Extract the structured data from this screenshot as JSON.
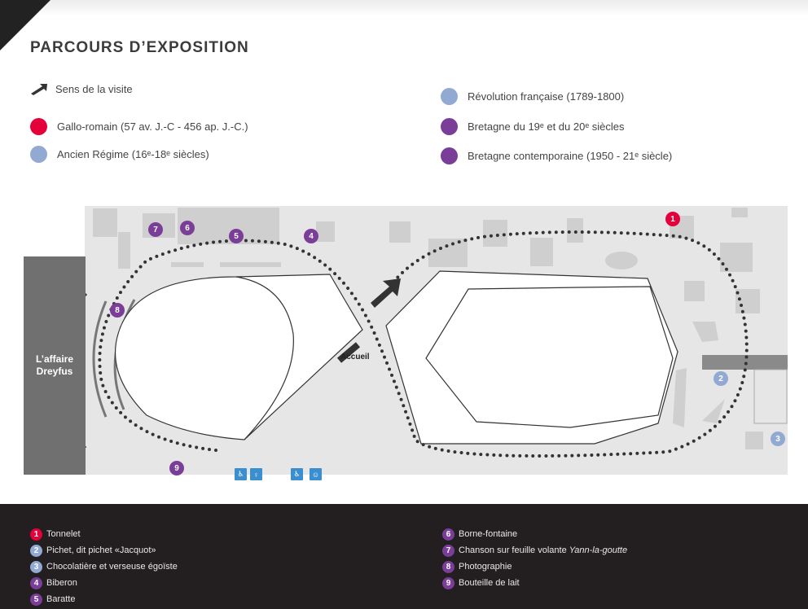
{
  "title": "PARCOURS D’EXPOSITION",
  "legend": {
    "direction_label": "Sens de la visite",
    "periods": [
      {
        "label": "Gallo-romain (57 av. J.-C - 456 ap. J.-C.)",
        "color": "#e4003a"
      },
      {
        "label": "Ancien Régime (16ᵉ-18ᵉ siècles)",
        "color": "#92a9d2"
      },
      {
        "label": "Révolution française (1789-1800)",
        "color": "#92a9d2"
      },
      {
        "label": "Bretagne du 19ᵉ et du 20ᵉ siècles",
        "color": "#7a3e98"
      },
      {
        "label": "Bretagne contemporaine (1950 - 21ᵉ siècle)",
        "color": "#7a3e98"
      }
    ]
  },
  "map": {
    "room_label_line1": "L’affaire",
    "room_label_line2": "Dreyfus",
    "accueil": "Accueil",
    "markers": [
      {
        "num": "1",
        "color": "#e4003a"
      },
      {
        "num": "2",
        "color": "#92a9d2"
      },
      {
        "num": "3",
        "color": "#92a9d2"
      },
      {
        "num": "4",
        "color": "#7a3e98"
      },
      {
        "num": "5",
        "color": "#7a3e98"
      },
      {
        "num": "6",
        "color": "#7a3e98"
      },
      {
        "num": "7",
        "color": "#7a3e98"
      },
      {
        "num": "8",
        "color": "#7a3e98"
      },
      {
        "num": "9",
        "color": "#7a3e98"
      }
    ],
    "icons": [
      "toilets-icon",
      "toilets-icon",
      "accessible-toilet-icon",
      "baby-changing-icon"
    ]
  },
  "objects": [
    {
      "num": "1",
      "label": "Tonnelet",
      "color": "#e4003a"
    },
    {
      "num": "2",
      "label": "Pichet, dit pichet «Jacquot»",
      "color": "#92a9d2"
    },
    {
      "num": "3",
      "label": "Chocolatière et verseuse égoïste",
      "color": "#92a9d2"
    },
    {
      "num": "4",
      "label": "Biberon",
      "color": "#7a3e98"
    },
    {
      "num": "5",
      "label": "Baratte",
      "color": "#7a3e98"
    },
    {
      "num": "6",
      "label": "Borne-fontaine",
      "color": "#7a3e98"
    },
    {
      "num": "7",
      "label": "Chanson sur feuille volante ",
      "italic": "Yann-la-goutte",
      "color": "#7a3e98"
    },
    {
      "num": "8",
      "label": "Photographie",
      "color": "#7a3e98"
    },
    {
      "num": "9",
      "label": "Bouteille de lait",
      "color": "#7a3e98"
    }
  ]
}
